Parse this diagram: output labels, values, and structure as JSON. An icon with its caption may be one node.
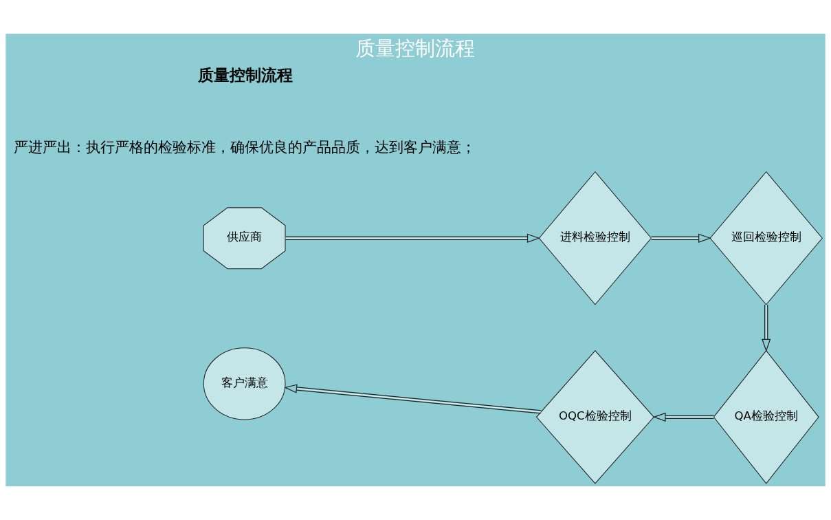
{
  "diagram": {
    "title": "质量控制流程",
    "nodes": [
      {
        "text": [
          "供应商"
        ]
      },
      {
        "text": [
          "进料检验控制"
        ]
      },
      {
        "text": [
          "巡回检验控制"
        ]
      },
      {
        "text": [
          "QA检验控制"
        ]
      },
      {
        "text": [
          "OQC检验控制"
        ]
      },
      {
        "text": [
          "客户满意"
        ]
      }
    ],
    "edges": [
      {
        "from": 0,
        "to": 1,
        "arrow": "to"
      },
      {
        "from": 1,
        "to": 2,
        "arrow": "to"
      },
      {
        "from": 2,
        "to": 3,
        "arrow": "to"
      },
      {
        "from": 3,
        "to": 4,
        "arrow": "to"
      },
      {
        "from": 4,
        "to": 5,
        "arrow": "to"
      }
    ],
    "labels": [
      "质量控制流程",
      "严进严出：执行严格的检验标准，确保优良的产品品质，达到客户满意；"
    ]
  }
}
